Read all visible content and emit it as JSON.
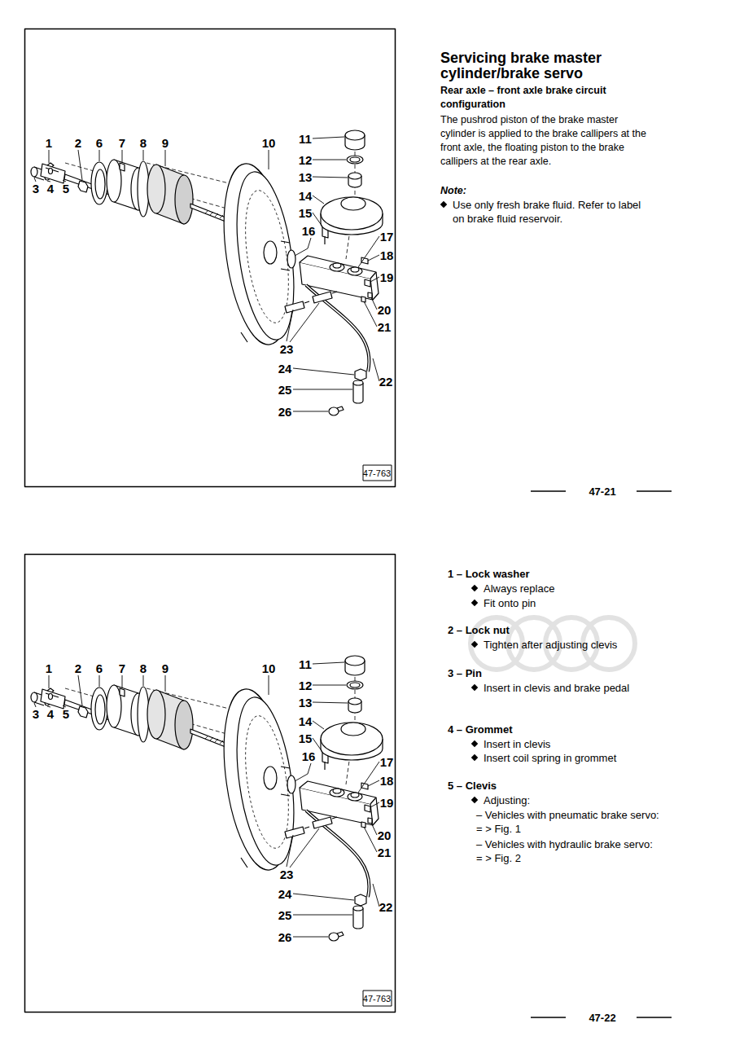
{
  "diagram": {
    "title": "Servicing brake master cylinder/brake servo",
    "labels": [
      "1",
      "2",
      "6",
      "7",
      "8",
      "9",
      "10",
      "11",
      "12",
      "13",
      "14",
      "15",
      "16",
      "17",
      "18",
      "19",
      "20",
      "21",
      "22",
      "23",
      "24",
      "25",
      "26",
      "3",
      "4",
      "5",
      "47-763",
      "Rear axle – front axle brake circuit configuration",
      "The pushrod piston of the brake master cylinder is applied to the brake callipers at the front axle, the floating piston to the brake callipers at the rear axle.",
      "Note:",
      "Use only fresh brake fluid. Refer to label on brake fluid reservoir.",
      "47-21",
      "1",
      "2",
      "6",
      "7",
      "8",
      "9",
      "10",
      "11",
      "12",
      "13",
      "14",
      "15",
      "16",
      "17",
      "18",
      "19",
      "20",
      "21",
      "22",
      "23",
      "24",
      "25",
      "26",
      "3",
      "4",
      "5",
      "47-763",
      "1 – Lock washer",
      "Always replace",
      "Fit onto pin",
      "2 – Lock nut",
      "Tighten after adjusting clevis",
      "3 – Pin",
      "Insert in clevis and brake pedal",
      "4 – Grommet",
      "Insert in clevis",
      "Insert coil spring in grommet",
      "5 – Clevis",
      "Adjusting:",
      "– Vehicles with pneumatic brake servo: = > Fig. 1",
      "– Vehicles with hydraulic brake servo: = > Fig. 2",
      "47-22"
    ]
  }
}
